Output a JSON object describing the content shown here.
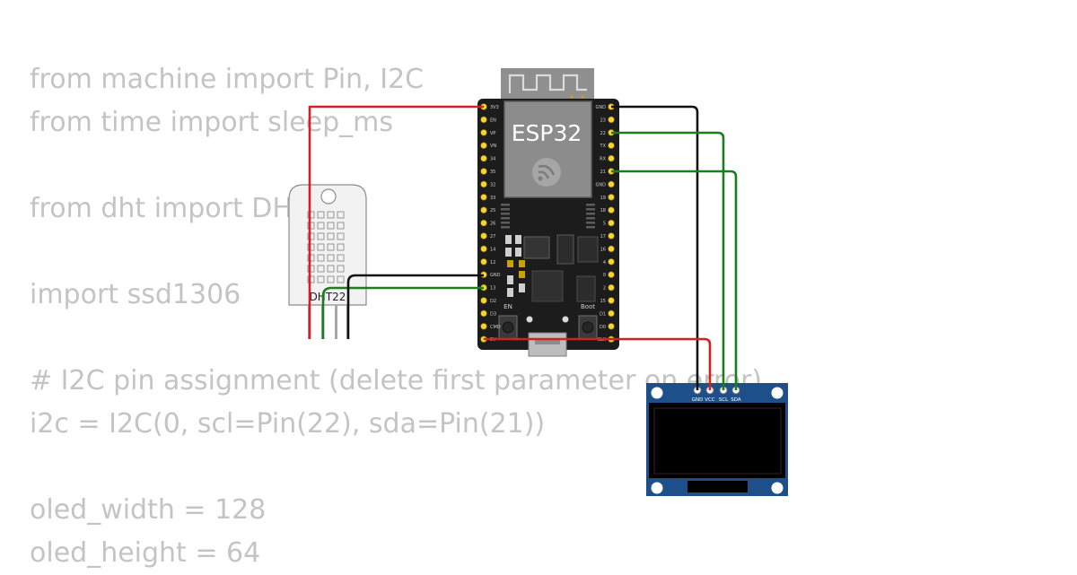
{
  "code": {
    "lines": [
      "from machine import Pin, I2C",
      "from time import sleep_ms",
      "",
      "from dht import DHT22",
      "",
      "import ssd1306",
      "",
      "# I2C pin assignment (delete first parameter on error)",
      "i2c = I2C(0, scl=Pin(22), sda=Pin(21))",
      "",
      "oled_width = 128",
      "oled_height = 64"
    ]
  },
  "esp32": {
    "label": "ESP32",
    "en_label": "EN",
    "boot_label": "Boot",
    "left_pins": [
      "3V3",
      "EN",
      "VP",
      "VN",
      "34",
      "35",
      "32",
      "33",
      "25",
      "26",
      "27",
      "14",
      "12",
      "GND",
      "13",
      "D2",
      "D3",
      "CMD",
      "5V"
    ],
    "right_pins": [
      "GND",
      "23",
      "22",
      "TX",
      "RX",
      "21",
      "GND",
      "19",
      "18",
      "5",
      "17",
      "16",
      "4",
      "0",
      "2",
      "15",
      "D1",
      "D0",
      "CLK"
    ]
  },
  "dht22": {
    "label": "DHT22"
  },
  "oled": {
    "pin_labels": [
      "GND",
      "VCC",
      "SCL",
      "SDA"
    ]
  },
  "colors": {
    "code_text": "#c4c4c4",
    "wire_power": "#d42020",
    "wire_ground": "#111111",
    "wire_signal": "#1b7d1b",
    "board": "#1c1c1c",
    "pin": "#f5d437",
    "oled_pcb": "#1d4f8a"
  }
}
